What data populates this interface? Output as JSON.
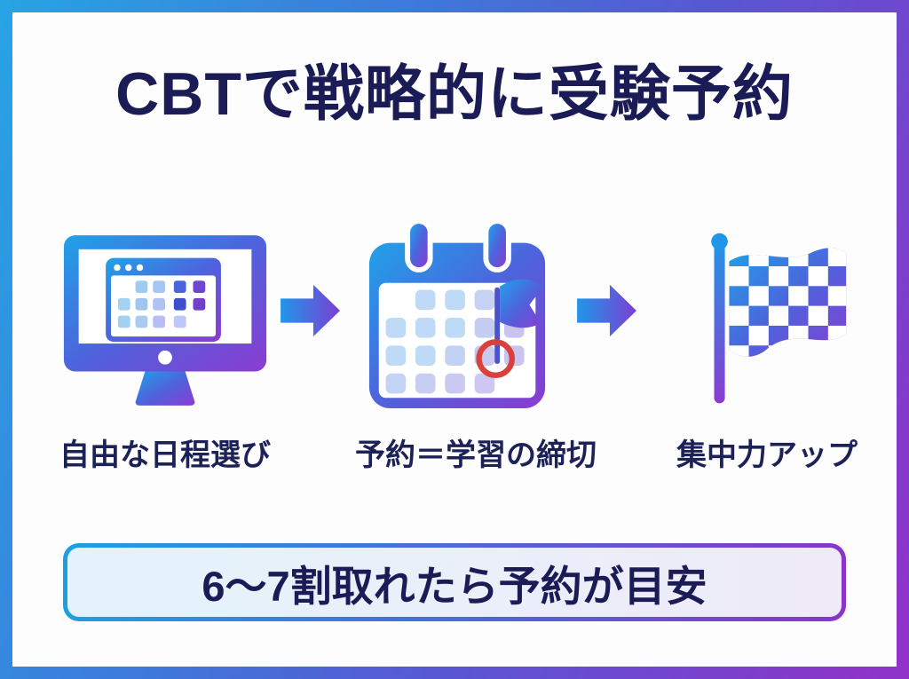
{
  "title": "CBTで戦略的に受験予約",
  "steps": [
    {
      "name": "free-schedule",
      "label": "自由な日程選び",
      "icon": "monitor-calendar-icon"
    },
    {
      "name": "reservation-deadline",
      "label": "予約＝学習の締切",
      "icon": "calendar-flag-icon"
    },
    {
      "name": "focus-up",
      "label": "集中力アップ",
      "icon": "checkered-flag-icon"
    }
  ],
  "arrows": {
    "icon": "arrow-right-icon",
    "count": 2
  },
  "banner": {
    "text": "6〜7割取れたら予約が目安"
  },
  "colors": {
    "frame_gradient_start": "#27A4E4",
    "frame_gradient_mid": "#4767D6",
    "frame_gradient_end": "#9232C9",
    "panel_background": "#FDFDFE",
    "heading_text": "#1B1C56",
    "icon_gradient_start": "#1FA2E8",
    "icon_gradient_end": "#8B3BD2",
    "banner_border_start": "#1D9FE2",
    "banner_border_end": "#8A35C8",
    "banner_fill_start": "#E4F3FB",
    "banner_fill_end": "#EFEAF8",
    "marker_red": "#D9423C"
  }
}
